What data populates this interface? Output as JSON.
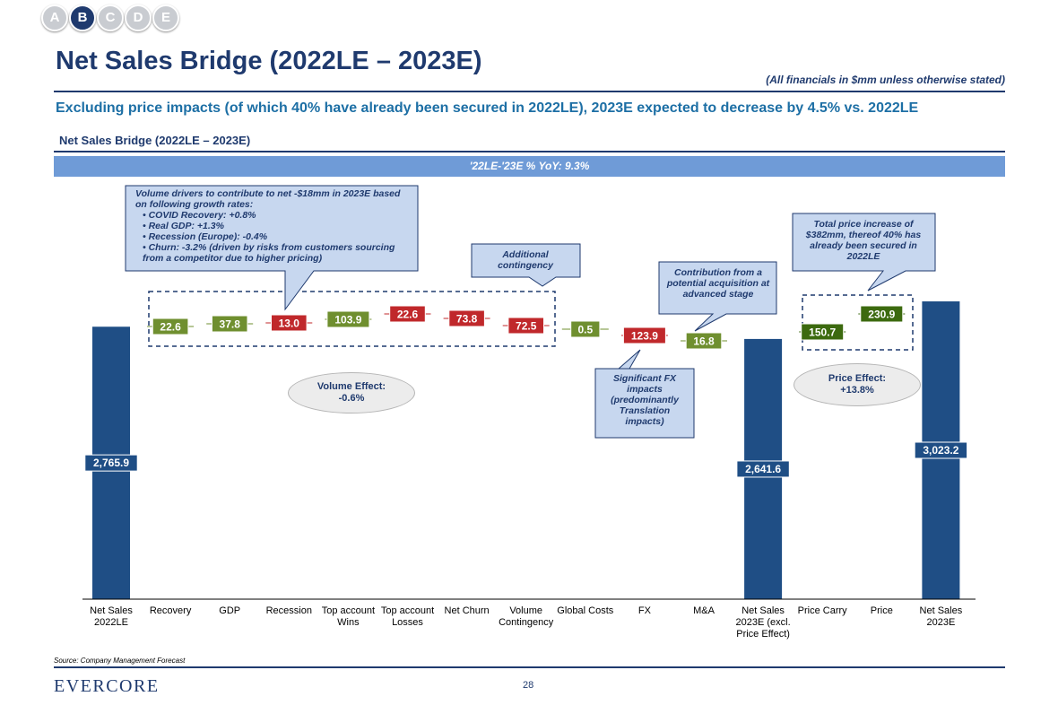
{
  "nav": {
    "tabs": [
      "A",
      "B",
      "C",
      "D",
      "E"
    ],
    "active": "B"
  },
  "header": {
    "title": "Net Sales Bridge (2022LE – 2023E)",
    "note": "(All financials in $mm unless otherwise stated)",
    "headline": "Excluding price impacts (of which 40% have already been secured in 2022LE), 2023E expected to decrease by 4.5% vs. 2022LE",
    "subtitle": "Net Sales Bridge (2022LE – 2023E)",
    "yoy_banner": "'22LE-'23E % YoY: 9.3%"
  },
  "chart_data": {
    "type": "bar",
    "subtype": "waterfall",
    "categories": [
      "Net Sales 2022LE",
      "Recovery",
      "GDP",
      "Recession",
      "Top account Wins",
      "Top account Losses",
      "Net Churn",
      "Volume Contingency",
      "Global Costs",
      "FX",
      "M&A",
      "Net Sales 2023E (excl. Price Effect)",
      "Price Carry",
      "Price",
      "Net Sales 2023E"
    ],
    "values": [
      2765.9,
      22.6,
      37.8,
      -13.0,
      103.9,
      -22.6,
      -73.8,
      -72.5,
      0.5,
      -123.9,
      16.8,
      2641.6,
      150.7,
      230.9,
      3023.2
    ],
    "data_labels": [
      "2,765.9",
      "22.6",
      "37.8",
      "13.0",
      "103.9",
      "22.6",
      "73.8",
      "72.5",
      "0.5",
      "123.9",
      "16.8",
      "2,641.6",
      "150.7",
      "230.9",
      "3,023.2"
    ],
    "kinds": [
      "total",
      "increase",
      "increase",
      "decrease",
      "increase",
      "decrease",
      "decrease",
      "decrease",
      "increase",
      "decrease",
      "increase",
      "total",
      "increase",
      "increase",
      "total"
    ],
    "colors": {
      "total": "#1f4e85",
      "increase": "#6f8f2f",
      "decrease": "#c0282b",
      "price": "#3c6a0f",
      "label_text": "#ffffff"
    },
    "title": "",
    "xlabel": "",
    "ylabel": "",
    "grid": false,
    "legend": "none"
  },
  "callouts": {
    "volume": {
      "title": "Volume drivers to contribute to net -$18mm in 2023E based on following growth rates:",
      "items": [
        "COVID Recovery: +0.8%",
        "Real GDP: +1.3%",
        "Recession (Europe): -0.4%",
        "Churn: -3.2% (driven by risks from customers sourcing from a competitor due to higher pricing)"
      ]
    },
    "contingency": "Additional contingency",
    "ma": "Contribution from a potential acquisition at advanced stage",
    "fx": "Significant FX impacts (predominantly Translation impacts)",
    "price": "Total price increase of $382mm, thereof 40% has already been secured in 2022LE"
  },
  "effects": {
    "volume": {
      "label": "Volume Effect:",
      "value": "-0.6%"
    },
    "price": {
      "label": "Price Effect:",
      "value": "+13.8%"
    }
  },
  "footer": {
    "source": "Source: Company Management Forecast",
    "logo": "EVERCORE",
    "page": "28"
  }
}
